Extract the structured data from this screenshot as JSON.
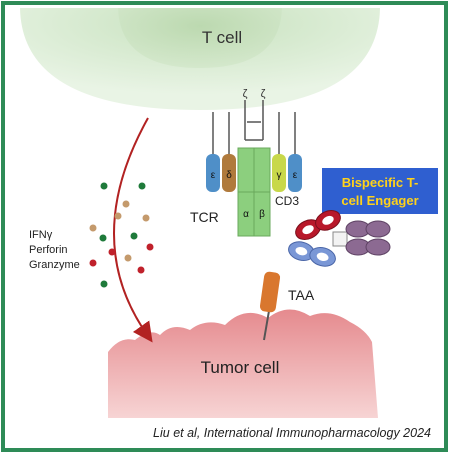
{
  "cells": {
    "t_cell_label": "T cell",
    "tumor_cell_label": "Tumor cell"
  },
  "receptor": {
    "tcr_label": "TCR",
    "cd3_label": "CD3",
    "chain_epsilon_left": "ε",
    "chain_delta": "δ",
    "chain_alpha": "α",
    "chain_beta": "β",
    "chain_gamma": "γ",
    "chain_epsilon_right": "ε",
    "zeta_left": "ζ",
    "zeta_right": "ζ"
  },
  "engager": {
    "label_line1": "Bispecific T-",
    "label_line2": "cell Engager"
  },
  "antigen": {
    "label": "TAA"
  },
  "effectors": {
    "line1": "IFNγ",
    "line2": "Perforin",
    "line3": "Granzyme"
  },
  "citation": "Liu et al, International Immunopharmacology 2024",
  "colors": {
    "frame": "#2e8b57",
    "t_cell": "#d7ead0",
    "tumor_cell": "#e8888c",
    "tcr_chain": "#8ccf7e",
    "epsilon": "#4f8fc8",
    "delta": "#b07a3c",
    "gamma": "#c8d84a",
    "engager_box": "#2f5fd0",
    "engager_text": "#ffd21a",
    "taa": "#d9772e",
    "arrow": "#b22222",
    "dot_green": "#1e7a3a",
    "dot_red": "#c0212b",
    "dot_tan": "#c49a6c"
  }
}
